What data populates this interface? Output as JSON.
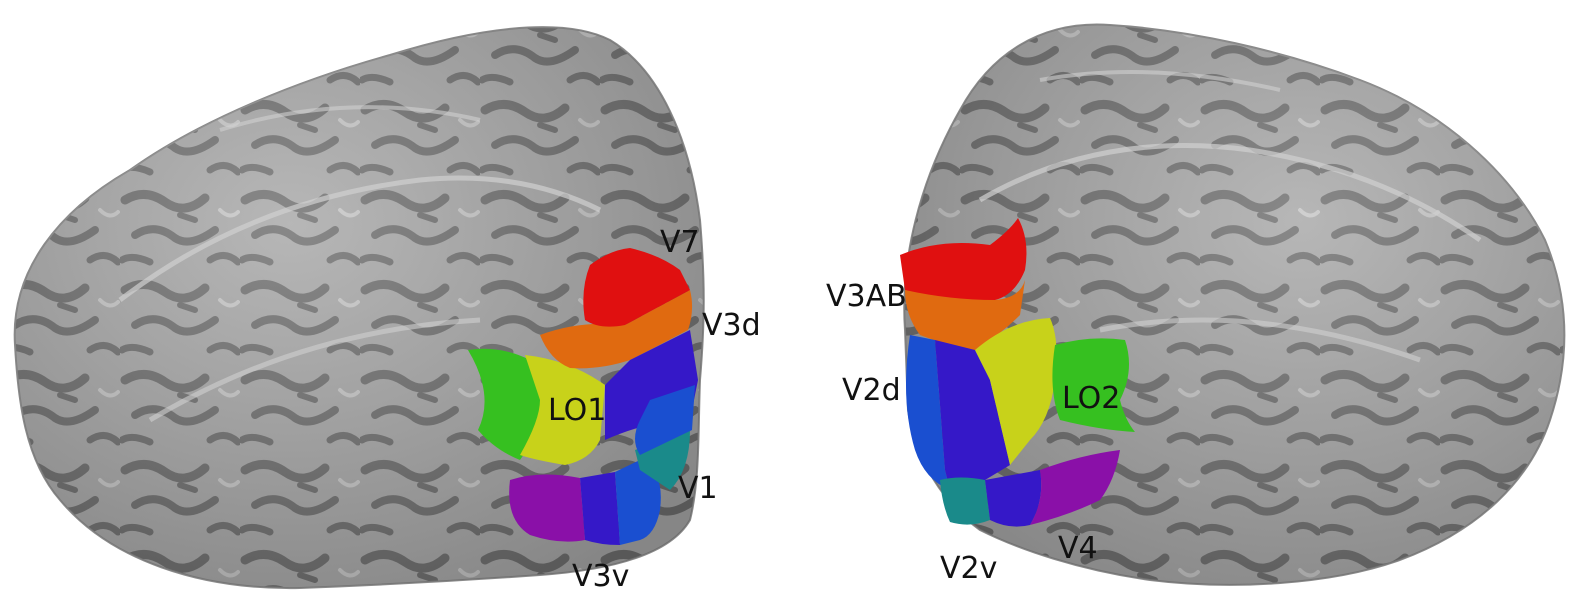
{
  "left_hemisphere": {
    "labels": {
      "v7": "V7",
      "v3d": "V3d",
      "lo1": "LO1",
      "v1": "V1",
      "v3v": "V3v"
    }
  },
  "right_hemisphere": {
    "labels": {
      "v3ab": "V3AB",
      "v2d": "V2d",
      "lo2": "LO2",
      "v2v": "V2v",
      "v4": "V4"
    }
  },
  "colors": {
    "gyri": "#a9a9a9",
    "sulci": "#6f6f6f",
    "v7": "#e01010",
    "v3ab": "#e01010",
    "orange_band": "#e06a10",
    "yellow": "#c8d21a",
    "green": "#36c020",
    "blue": "#1a4fd0",
    "purple": "#3518c8",
    "teal": "#1a8a8a",
    "magenta": "#8a10a8"
  }
}
